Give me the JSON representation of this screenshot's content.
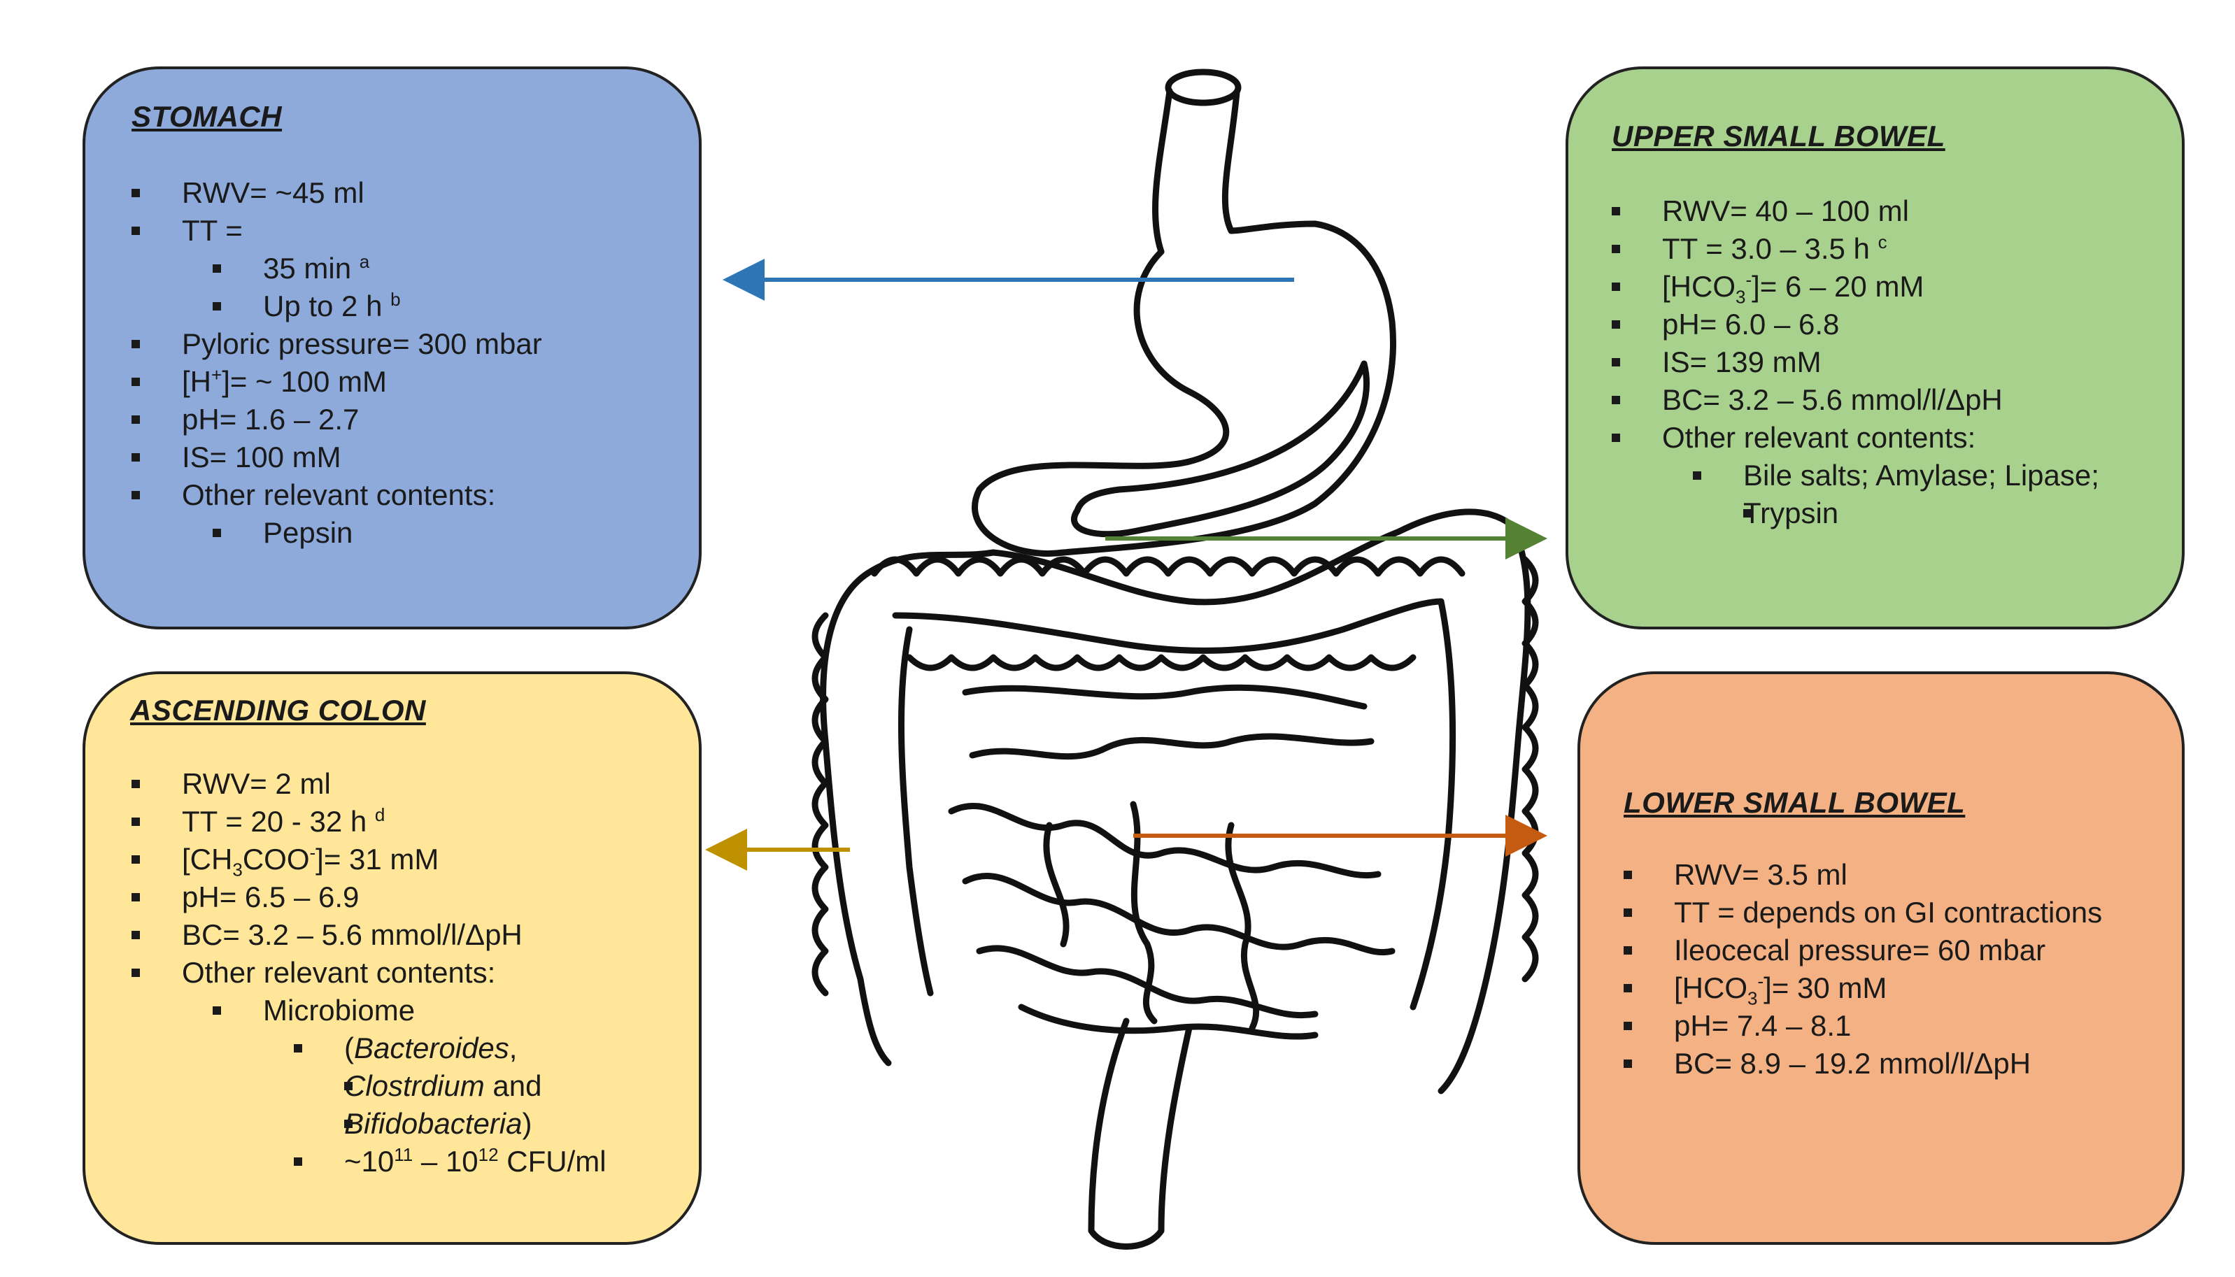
{
  "stomach": {
    "title": "STOMACH",
    "rwv": "RWV= ~45 ml",
    "tt": "TT =",
    "tt_a": "35 min",
    "tt_a_sup": "a",
    "tt_b": "Up to 2 h",
    "tt_b_sup": "b",
    "pyloric": "Pyloric pressure= 300 mbar",
    "h_pre": "[H",
    "h_sup": "+",
    "h_post": "]= ~ 100 mM",
    "ph": "pH= 1.6 – 2.7",
    "is": "IS= 100 mM",
    "other": "Other relevant contents:",
    "pepsin": "Pepsin",
    "color": "#8eaadb"
  },
  "upper": {
    "title": "UPPER SMALL BOWEL",
    "rwv": "RWV= 40 – 100 ml",
    "tt": "TT = 3.0 – 3.5 h",
    "tt_sup": "c",
    "hco_pre": "[HCO",
    "hco_sub": "3",
    "hco_sup": "-",
    "hco_post": "]= 6 – 20 mM",
    "ph": "pH= 6.0 – 6.8",
    "is": "IS= 139 mM",
    "bc": "BC= 3.2 – 5.6 mmol/l/ΔpH",
    "other": "Other relevant contents:",
    "bile1": "Bile salts; Amylase; Lipase;",
    "bile2": "Trypsin",
    "color": "#a9d18e"
  },
  "ascending": {
    "title": "ASCENDING COLON",
    "rwv": "RWV= 2 ml",
    "tt": "TT = 20 - 32 h",
    "tt_sup": "d",
    "ch_pre": "[CH",
    "ch_sub": "3",
    "ch_mid": "COO",
    "ch_sup": "-",
    "ch_post": "]= 31 mM",
    "ph": "pH= 6.5 – 6.9",
    "bc": "BC= 3.2 – 5.6 mmol/l/ΔpH",
    "other": "Other relevant contents:",
    "microbiome": "Microbiome",
    "bact_open": "(",
    "bact": "Bacteroides",
    "bact_comma": ",",
    "clos": "Clostrdium",
    "and": " and",
    "bifido": "Bifidobacteria",
    "bifido_close": ")",
    "cfu_pre": "~10",
    "cfu_sup1": "11",
    "cfu_mid": " – 10",
    "cfu_sup2": "12",
    "cfu_post": " CFU/ml",
    "color": "#ffe699"
  },
  "lower": {
    "title": "LOWER SMALL BOWEL",
    "rwv": "RWV= 3.5 ml",
    "tt": "TT = depends on GI contractions",
    "ileo": "Ileocecal pressure= 60 mbar",
    "hco_pre": "[HCO",
    "hco_sub": "3",
    "hco_sup": "-",
    "hco_post": "]= 30 mM",
    "ph": "pH= 7.4 – 8.1",
    "bc": "BC= 8.9 – 19.2 mmol/l/ΔpH",
    "color": "#f4b183"
  },
  "arrows": {
    "stomach": "#2e75b6",
    "upper": "#548235",
    "ascending": "#bf9000",
    "lower": "#c55a11"
  }
}
